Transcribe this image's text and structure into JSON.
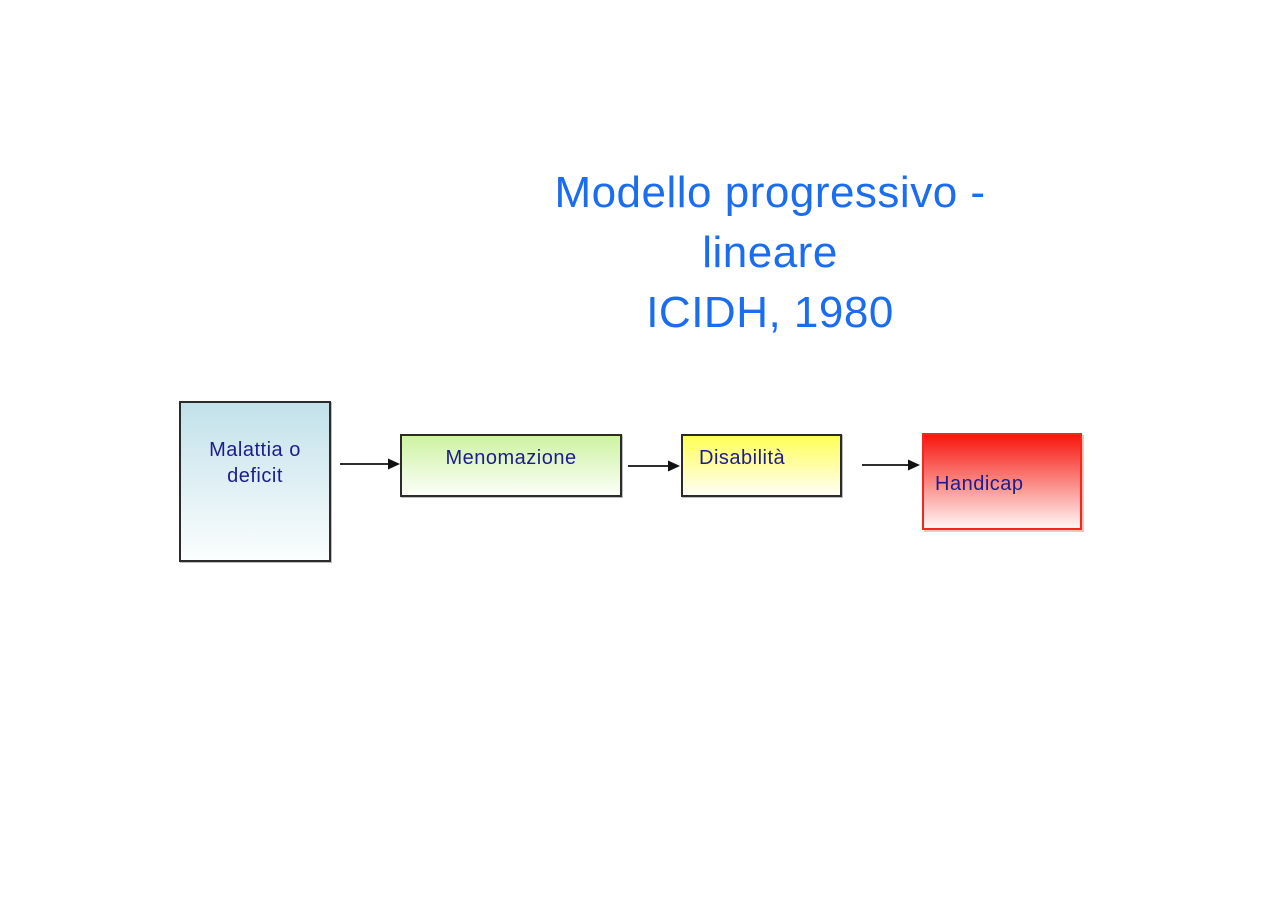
{
  "slide": {
    "background_color": "#FFFFFF",
    "title": {
      "lines": [
        "Modello progressivo -",
        "lineare",
        "ICIDH, 1980"
      ],
      "color": "#1A6CF0"
    }
  },
  "diagram": {
    "label_color": "#1C1C8F",
    "connector_color": "#111111",
    "nodes": [
      {
        "id": "malattia-o-deficit",
        "label": "Malattia o\ndeficit",
        "fill_top": "#C2E1EA",
        "fill_bottom": "#FBFEFE",
        "border_color": "#2B2B2B"
      },
      {
        "id": "menomazione",
        "label": "Menomazione",
        "fill_top": "#CDF3A2",
        "fill_bottom": "#FCFEF8",
        "border_color": "#2B2B2B"
      },
      {
        "id": "disabilita",
        "label": "Disabilità",
        "fill_top": "#FFFF58",
        "fill_bottom": "#FFFEF4",
        "border_color": "#2B2B2B"
      },
      {
        "id": "handicap",
        "label": "Handicap",
        "fill_top": "#F7160E",
        "fill_bottom": "#FEF6F4",
        "border_color": "#F3281C"
      }
    ],
    "connections": [
      {
        "from": "malattia-o-deficit",
        "to": "menomazione"
      },
      {
        "from": "menomazione",
        "to": "disabilita"
      },
      {
        "from": "disabilita",
        "to": "handicap"
      }
    ]
  }
}
